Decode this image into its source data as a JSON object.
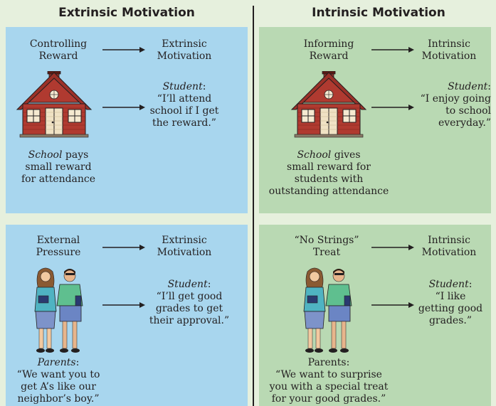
{
  "headers": {
    "left": "Extrinsic Motivation",
    "right": "Intrinsic Motivation"
  },
  "panels": {
    "top_left": {
      "cause": [
        "Controlling",
        "Reward"
      ],
      "effect": [
        "Extrinsic",
        "Motivation"
      ],
      "speaker": "Student",
      "quote": [
        "“I’ll attend",
        "school if I get",
        "the reward.”"
      ],
      "caption_italic": "School",
      "caption": [
        " pays",
        "small reward",
        "for attendance"
      ]
    },
    "top_right": {
      "cause": [
        "Informing",
        "Reward"
      ],
      "effect": [
        "Intrinsic",
        "Motivation"
      ],
      "speaker": "Student",
      "quote": [
        "“I enjoy going",
        "to school",
        "everyday.”"
      ],
      "caption_italic": "School",
      "caption": [
        " gives",
        "small reward for",
        "students with",
        "outstanding attendance"
      ]
    },
    "bottom_left": {
      "cause": [
        "External",
        "Pressure"
      ],
      "effect": [
        "Extrinsic",
        "Motivation"
      ],
      "speaker": "Student",
      "quote": [
        "“I’ll get good",
        "grades to get",
        "their approval.”"
      ],
      "caption_italic": "Parents",
      "caption": [
        ":",
        "“We want you to",
        "get A’s like our",
        "neighbor’s boy.”"
      ]
    },
    "bottom_right": {
      "cause": [
        "“No Strings”",
        "Treat"
      ],
      "effect": [
        "Intrinsic",
        "Motivation"
      ],
      "speaker": "Student",
      "quote": [
        "“I like",
        "getting good",
        "grades.”"
      ],
      "caption_plain": "Parents:",
      "caption": [
        "“We want to surprise",
        "you with a special treat",
        "for your good grades.”"
      ]
    }
  },
  "colors": {
    "extrinsic_panel": "#a8d6ee",
    "intrinsic_panel": "#b9d9b3",
    "background": "#e6f0dd"
  },
  "icons": [
    "schoolhouse-icon",
    "students-icon",
    "arrow-right-icon"
  ]
}
